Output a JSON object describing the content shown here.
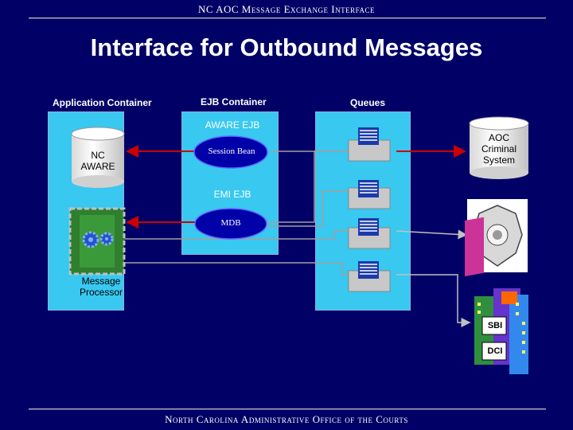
{
  "header": "NC AOC Message Exchange Interface",
  "title": "Interface for Outbound Messages",
  "columns": {
    "application": "Application Container",
    "ejb": "EJB Container",
    "queues": "Queues"
  },
  "ejb": {
    "aware_ejb": "AWARE EJB",
    "session_bean": "Session Bean",
    "emi_ejb": "EMI EJB",
    "mdb": "MDB"
  },
  "app": {
    "nc_aware": [
      "NC",
      "AWARE"
    ],
    "message_processor": [
      "Message",
      "Processor"
    ]
  },
  "targets": {
    "aoc": [
      "AOC",
      "Criminal",
      "System"
    ],
    "sbi": "SBI",
    "dci": "DCI"
  },
  "footer": "North Carolina Administrative Office of the Courts",
  "colors": {
    "background": "#000066",
    "container": "#38c8f0",
    "arrow_red": "#cc0000",
    "line_gray": "#a0a0a0"
  }
}
